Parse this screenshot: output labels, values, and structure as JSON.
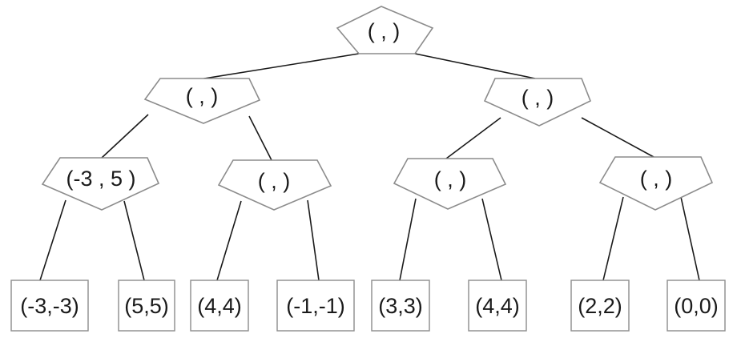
{
  "tree": {
    "root": {
      "label": "( , )"
    },
    "level1": [
      {
        "label": "( , )"
      },
      {
        "label": "( , )"
      }
    ],
    "level2": [
      {
        "label": "(-3 , 5 )"
      },
      {
        "label": "( , )"
      },
      {
        "label": "( , )"
      },
      {
        "label": "( , )"
      }
    ],
    "leaves": [
      {
        "label": "(-3,-3)"
      },
      {
        "label": "(5,5)"
      },
      {
        "label": "(4,4)"
      },
      {
        "label": "(-1,-1)"
      },
      {
        "label": "(3,3)"
      },
      {
        "label": "(4,4)"
      },
      {
        "label": "(2,2)"
      },
      {
        "label": "(0,0)"
      }
    ]
  }
}
